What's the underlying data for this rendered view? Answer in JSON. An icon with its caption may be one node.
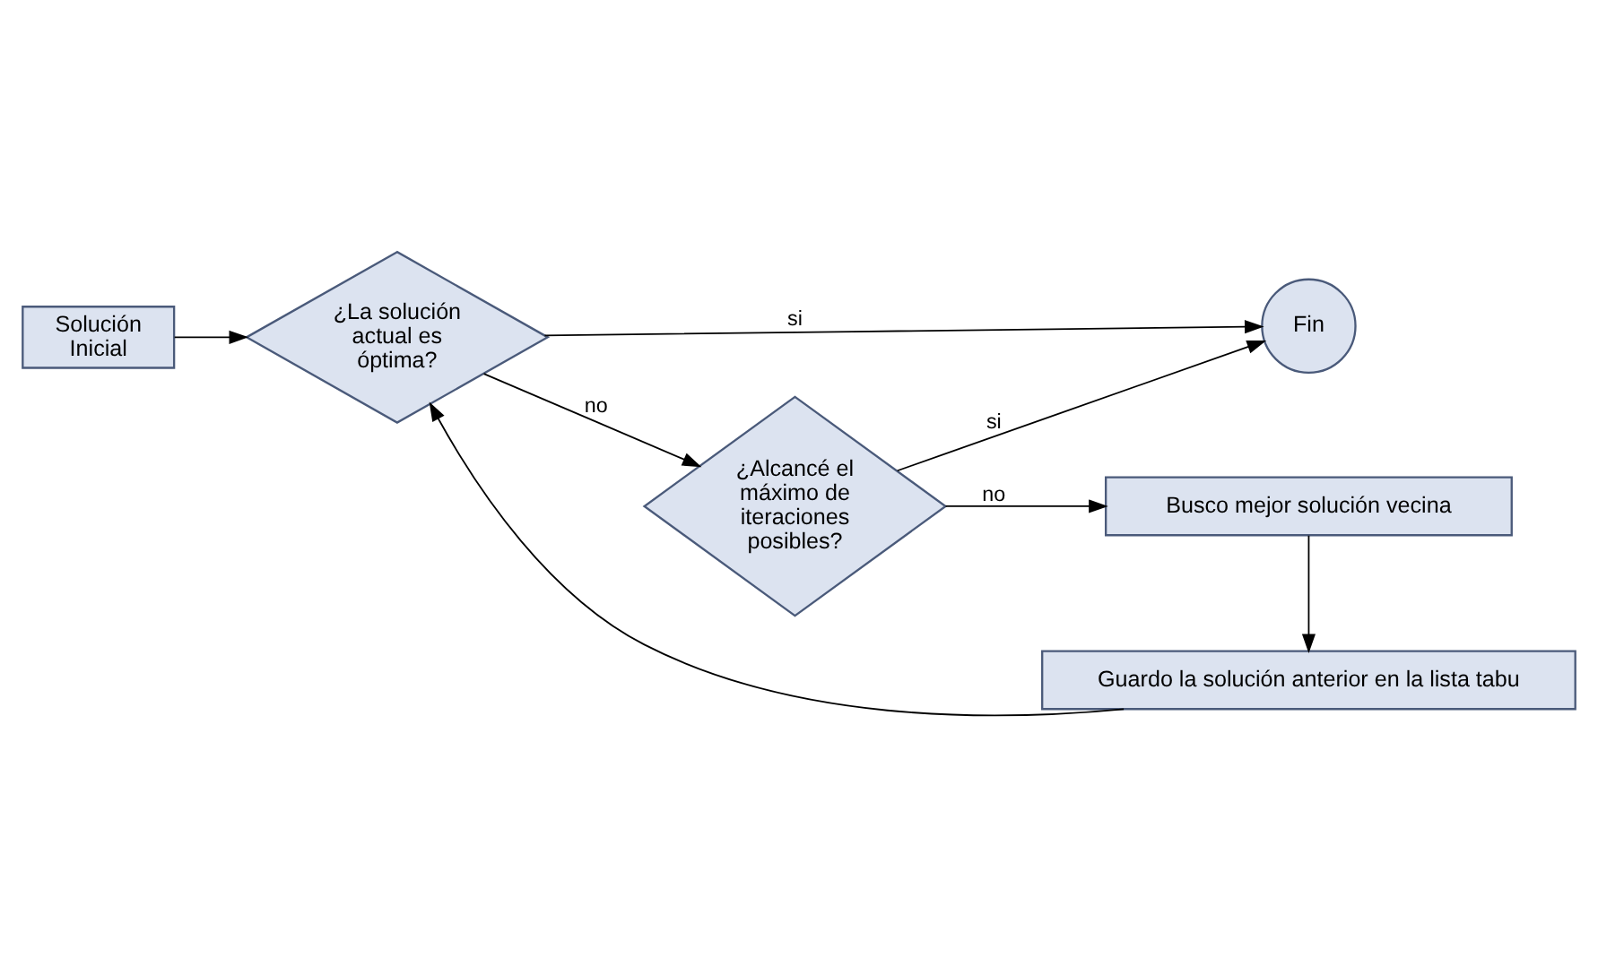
{
  "diagram": {
    "nodes": [
      {
        "text": [
          "Solución Inicial"
        ]
      },
      {
        "text": [
          "¿La solución actual es óptima?"
        ]
      },
      {
        "text": [
          "Fin"
        ]
      },
      {
        "text": [
          "¿Alcancé el máximo de iteraciones posibles?"
        ]
      },
      {
        "text": [
          "Busco mejor solución vecina"
        ]
      },
      {
        "text": [
          "Guardo la solución anterior en la lista tabu"
        ]
      }
    ],
    "edges": [
      {
        "from": 0,
        "to": 1,
        "arrow": "to"
      },
      {
        "from": 1,
        "to": 2,
        "arrow": "to",
        "label": "si"
      },
      {
        "from": 1,
        "to": 3,
        "arrow": "to",
        "label": "no"
      },
      {
        "from": 3,
        "to": 2,
        "arrow": "to",
        "label": "si"
      },
      {
        "from": 3,
        "to": 4,
        "arrow": "to",
        "label": "no"
      },
      {
        "from": 4,
        "to": 5,
        "arrow": "to"
      },
      {
        "from": 5,
        "to": 1,
        "arrow": "to"
      }
    ]
  }
}
